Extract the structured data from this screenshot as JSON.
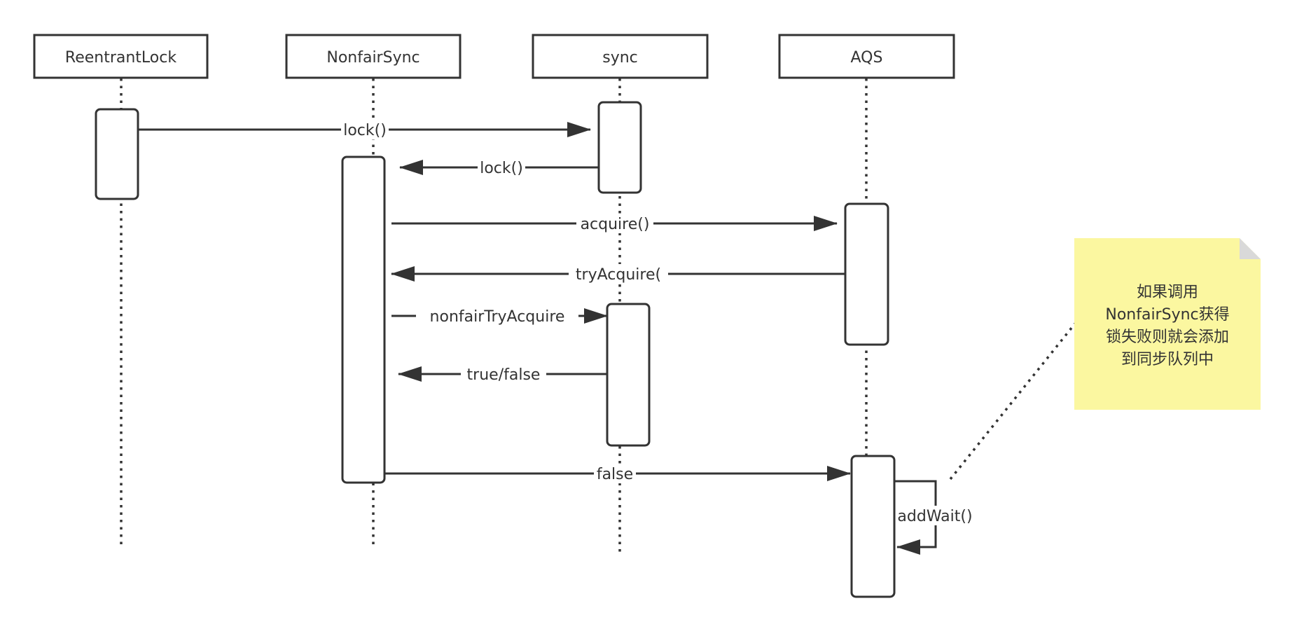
{
  "participants": [
    {
      "id": "reentrantlock",
      "label": "ReentrantLock"
    },
    {
      "id": "nonfairsync",
      "label": "NonfairSync"
    },
    {
      "id": "sync",
      "label": "sync"
    },
    {
      "id": "aqs",
      "label": "AQS"
    }
  ],
  "messages": [
    {
      "id": "lock-1",
      "label": "lock()"
    },
    {
      "id": "lock-2",
      "label": "lock()"
    },
    {
      "id": "acquire",
      "label": "acquire()"
    },
    {
      "id": "tryacquire",
      "label": "tryAcquire("
    },
    {
      "id": "nonfairtryacquire",
      "label": "nonfairTryAcquire"
    },
    {
      "id": "true-false",
      "label": "true/false"
    },
    {
      "id": "false",
      "label": "false"
    },
    {
      "id": "addwait",
      "label": "addWait()"
    }
  ],
  "note": {
    "lines": [
      "如果调用",
      "NonfairSync获得",
      "锁失败则就会添加",
      "到同步队列中"
    ],
    "color": "#fbf7a0"
  },
  "colors": {
    "stroke": "#333333",
    "note_fold": "#d9d9d9"
  }
}
